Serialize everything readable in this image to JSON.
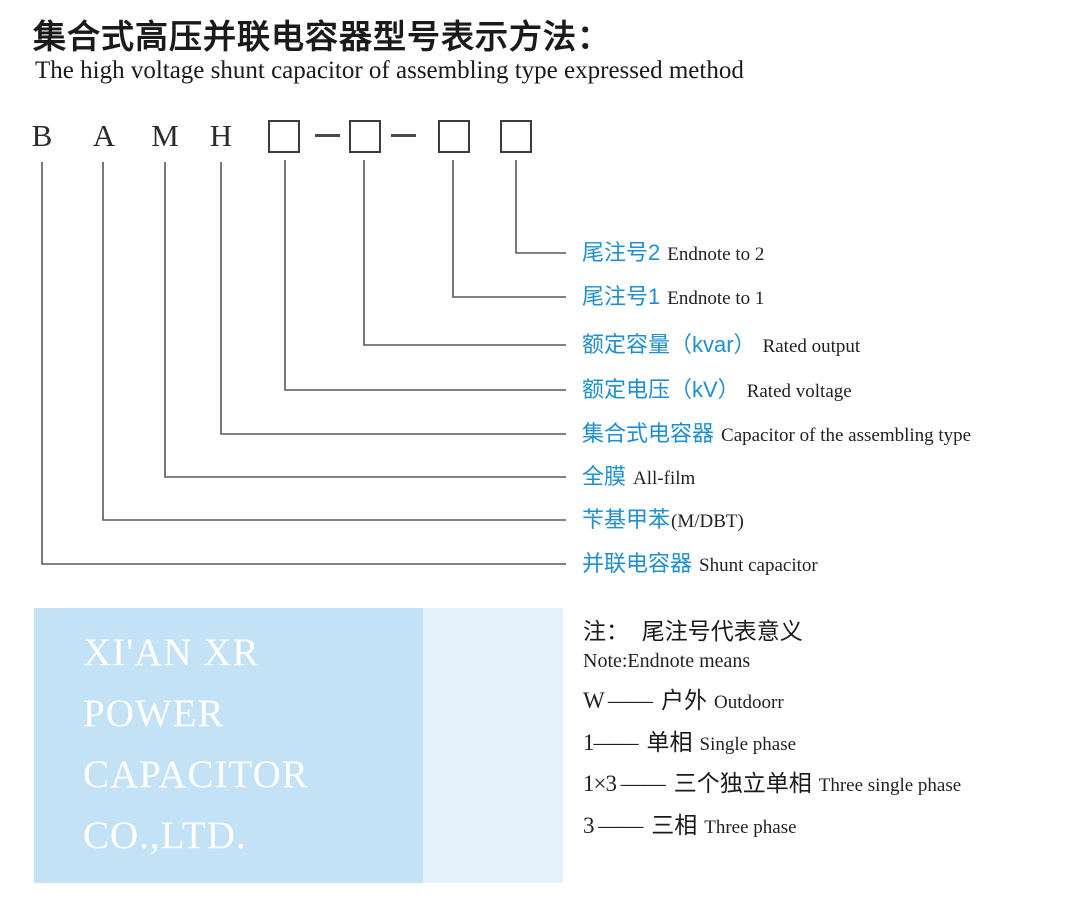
{
  "page": {
    "title": "集合式高压并联电容器型号表示方法：",
    "subtitle": "The high voltage shunt capacitor of assembling type expressed method"
  },
  "code": {
    "letters": [
      "B",
      "A",
      "M",
      "H"
    ],
    "separator": "—",
    "box_count": 4
  },
  "labels": [
    {
      "cn": "尾注号2",
      "en": "Endnote to 2"
    },
    {
      "cn": "尾注号1",
      "en": "Endnote to 1"
    },
    {
      "cn": "额定容量（kvar）",
      "en": "Rated output"
    },
    {
      "cn": "额定电压（kV）",
      "en": "Rated voltage"
    },
    {
      "cn": "集合式电容器",
      "en": "Capacitor of  the assembling type"
    },
    {
      "cn": "全膜",
      "en": "All-film"
    },
    {
      "cn": "苄基甲苯",
      "en": "(M/DBT)"
    },
    {
      "cn": "并联电容器",
      "en": "Shunt capacitor"
    }
  ],
  "company": {
    "lines": [
      "XI'AN XR",
      "POWER",
      "CAPACITOR",
      "CO.,LTD."
    ]
  },
  "notes": {
    "heading_cn": "注：  尾注号代表意义",
    "heading_en": "Note:Endnote means",
    "items": [
      {
        "code": "W ——",
        "cn": "户外",
        "en": "Outdoorr"
      },
      {
        "code": "1——",
        "cn": "单相",
        "en": "Single phase"
      },
      {
        "code": "1×3 ——",
        "cn": "三个独立单相",
        "en": "Three single phase"
      },
      {
        "code": "3 ——",
        "cn": "三相",
        "en": "Three phase"
      }
    ]
  },
  "colors": {
    "accent_blue": "#1e8fd0",
    "brand_box_blue": "#c3e2f6",
    "brand_box_light_blue": "#e4f1fb",
    "line_gray": "#58585a",
    "text_black": "#231f20"
  }
}
